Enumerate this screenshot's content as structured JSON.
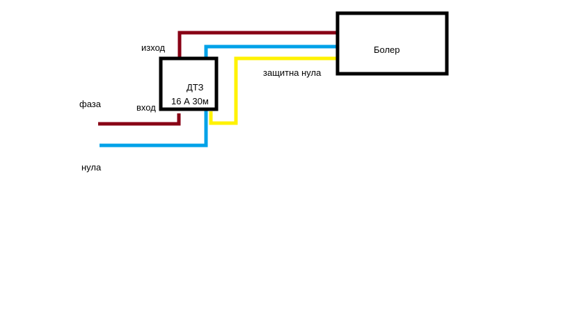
{
  "colors": {
    "phase": "#880015",
    "neutral": "#00a2e8",
    "ground": "#fff200",
    "box": "#000000",
    "background": "#ffffff"
  },
  "labels": {
    "phase": "фаза",
    "neutral": "нула",
    "input": "вход",
    "output": "изход",
    "ground": "защитна нула",
    "rcd_name": "ДТЗ",
    "rcd_rating": "16 А  30м",
    "boiler": "Болер"
  }
}
